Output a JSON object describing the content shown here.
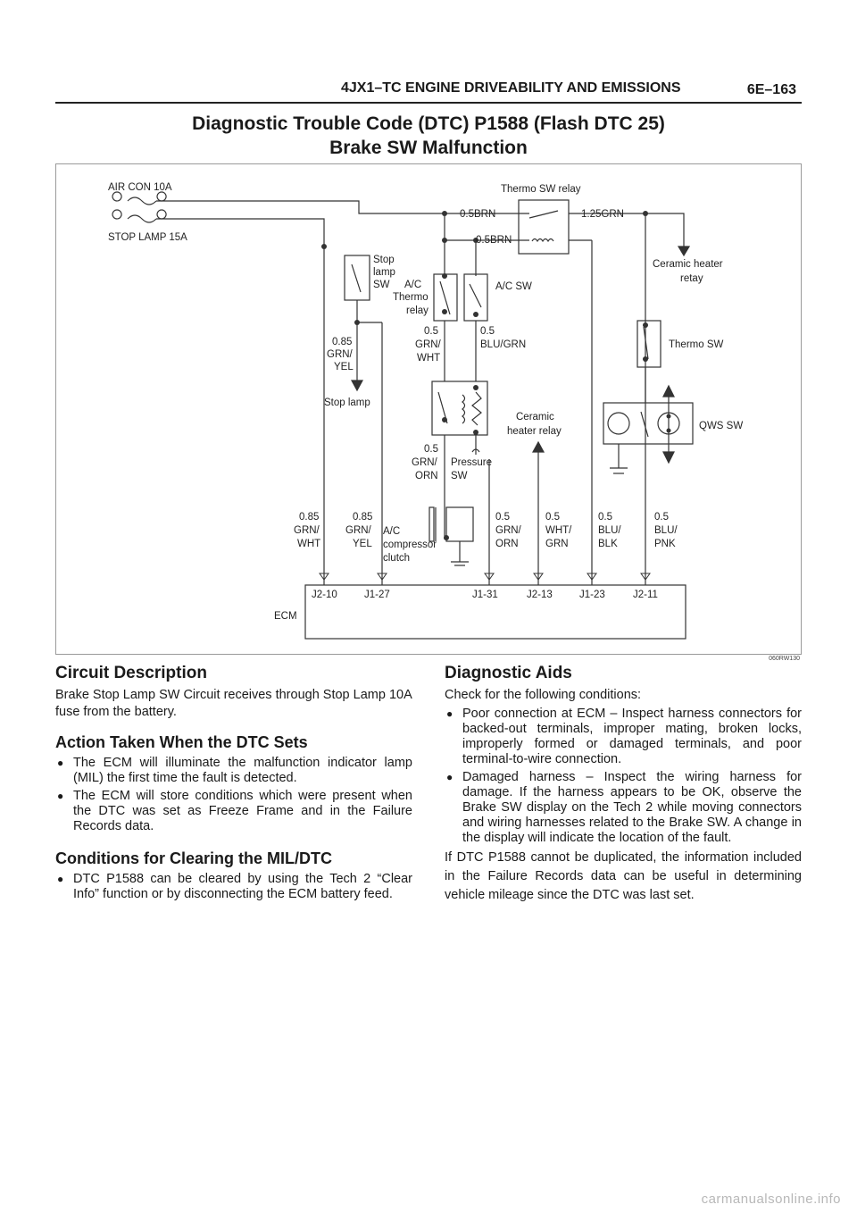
{
  "header": {
    "section": "4JX1–TC ENGINE DRIVEABILITY AND EMISSIONS",
    "page": "6E–163"
  },
  "title": {
    "line1": "Diagnostic Trouble Code (DTC) P1588 (Flash DTC 25)",
    "line2": "Brake SW Malfunction"
  },
  "diagram": {
    "fuse_aircon": "AIR CON 10A",
    "fuse_stoplamp": "STOP LAMP 15A",
    "thermo_sw_relay": "Thermo SW relay",
    "wire_05brn_a": "0.5BRN",
    "wire_05brn_b": "0.5BRN",
    "wire_125grn": "1.25GRN",
    "ceramic_heater_retay": [
      "Ceramic heater",
      "retay"
    ],
    "stop_lamp_sw": [
      "Stop",
      "lamp",
      "SW"
    ],
    "ac_thermo_relay": [
      "A/C",
      "Thermo",
      "relay"
    ],
    "ac_sw": "A/C SW",
    "wire_grn_wht_mid": [
      "0.5",
      "GRN/",
      "WHT"
    ],
    "wire_blu_grn": [
      "0.5",
      "BLU/GRN"
    ],
    "wire_grn_yel_top": [
      "0.85",
      "GRN/",
      "YEL"
    ],
    "thermo_sw": "Thermo SW",
    "stop_lamp": "Stop lamp",
    "ceramic_heater_relay": [
      "Ceramic",
      "heater relay"
    ],
    "qws_sw": "QWS SW",
    "wire_grn_orn_mid": [
      "0.5",
      "GRN/",
      "ORN"
    ],
    "pressure_sw": [
      "Pressure",
      "SW"
    ],
    "ac_compressor_clutch": [
      "A/C",
      "compressor",
      "clutch"
    ],
    "bottom_wires": [
      [
        "0.85",
        "GRN/",
        "WHT"
      ],
      [
        "0.85",
        "GRN/",
        "YEL"
      ],
      [
        "0.5",
        "GRN/",
        "ORN"
      ],
      [
        "0.5",
        "WHT/",
        "GRN"
      ],
      [
        "0.5",
        "BLU/",
        "BLK"
      ],
      [
        "0.5",
        "BLU/",
        "PNK"
      ]
    ],
    "ecm_label": "ECM",
    "pins": [
      "J2-10",
      "J1-27",
      "J1-31",
      "J2-13",
      "J1-23",
      "J2-11"
    ],
    "figure_id": "060RW130"
  },
  "circuit_description": {
    "heading": "Circuit Description",
    "text": "Brake Stop Lamp SW Circuit receives through Stop Lamp 10A fuse from the battery."
  },
  "action_taken": {
    "heading": "Action Taken When the DTC Sets",
    "items": [
      "The ECM will illuminate the malfunction indicator lamp (MIL) the first time the fault is detected.",
      "The ECM will store conditions which were present when the DTC was set as Freeze Frame and in the Failure Records data."
    ]
  },
  "conditions_clearing": {
    "heading": "Conditions for Clearing the MIL/DTC",
    "items": [
      "DTC P1588 can be cleared by using the Tech 2 “Clear Info” function or by disconnecting the ECM battery feed."
    ]
  },
  "diagnostic_aids": {
    "heading": "Diagnostic Aids",
    "intro": "Check for the following conditions:",
    "items": [
      "Poor connection at ECM – Inspect harness connectors for backed-out terminals, improper mating, broken locks, improperly formed or damaged terminals, and poor terminal-to-wire connection.",
      "Damaged harness – Inspect the wiring harness for damage.  If the harness appears to be OK, observe the Brake SW display on the Tech 2 while moving connectors and wiring harnesses related to the Brake SW.  A change in the display will indicate the location of the fault."
    ],
    "closing": "If DTC P1588 cannot be duplicated, the information included in the Failure Records data can be useful in determining vehicle mileage since the DTC was last set."
  },
  "watermark": "carmanualsonline.info"
}
